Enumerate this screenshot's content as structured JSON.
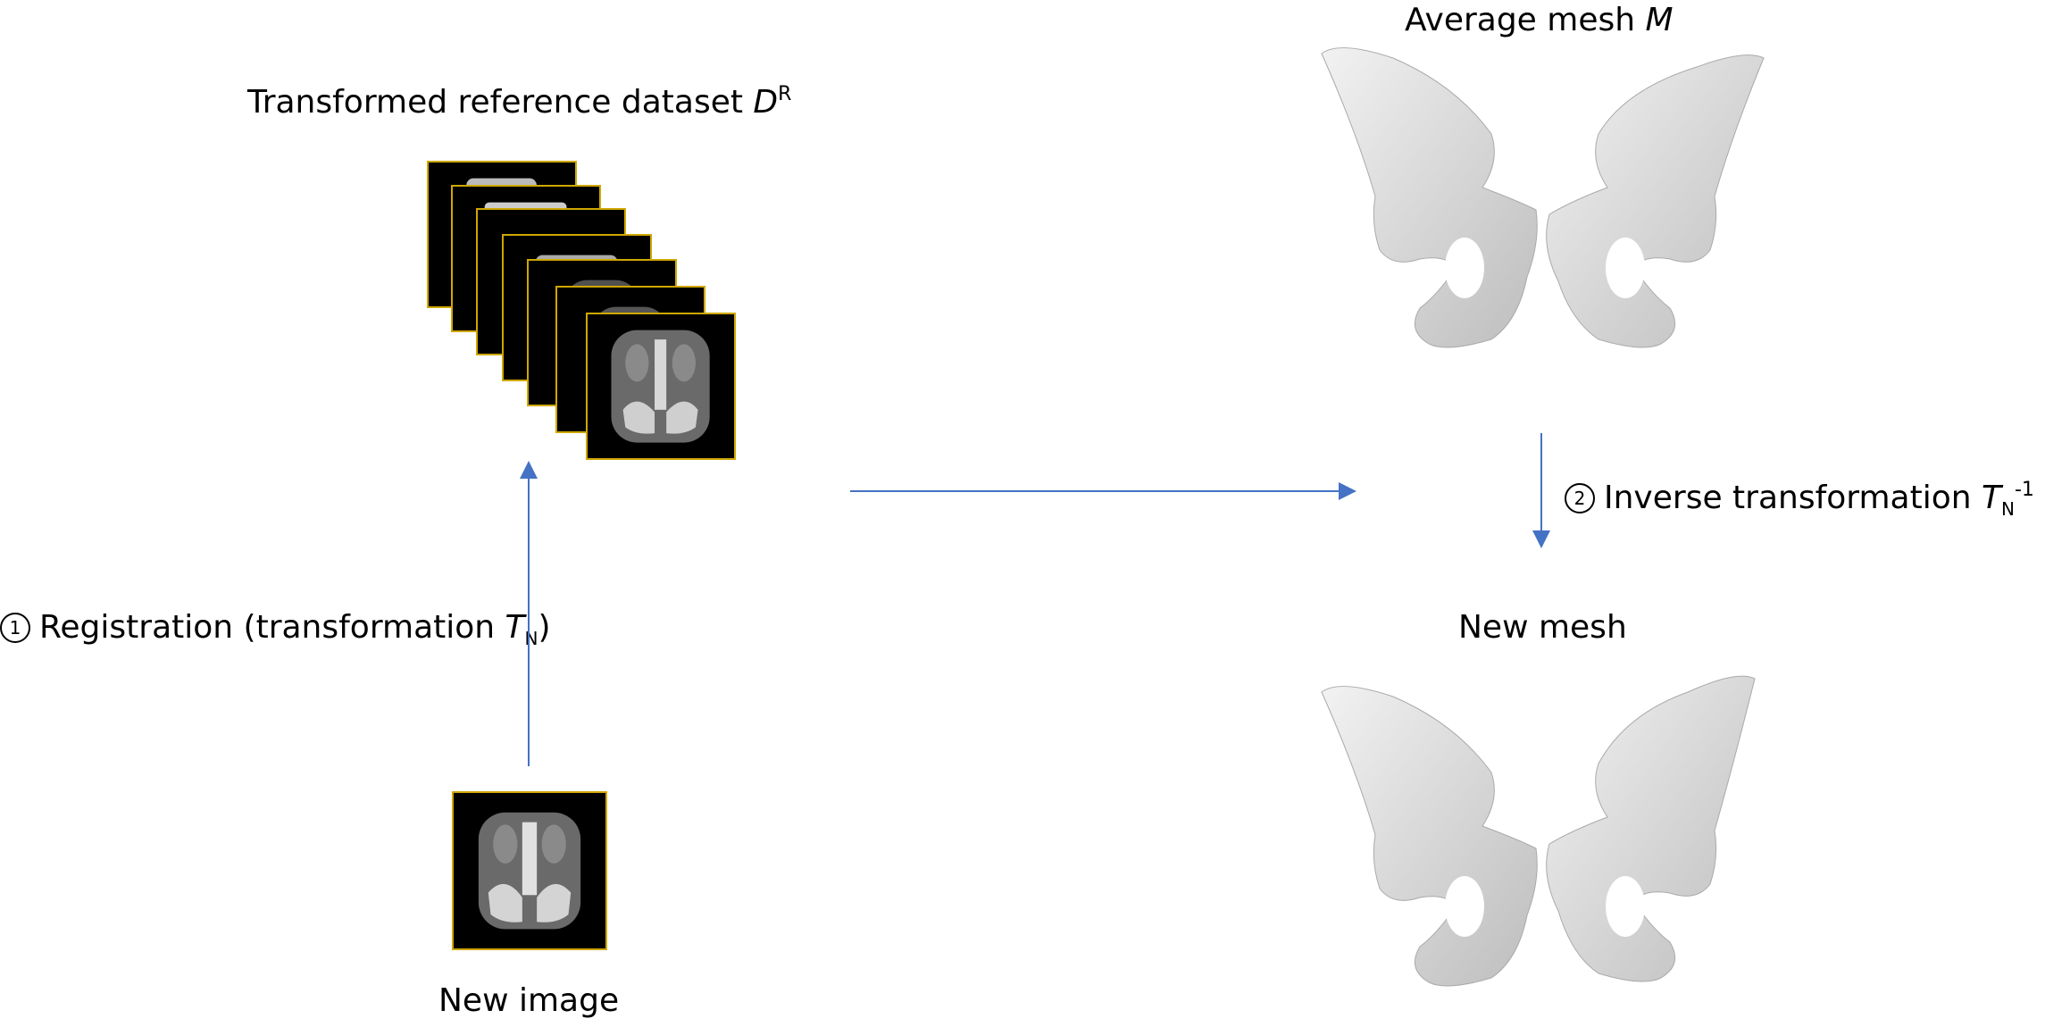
{
  "labels": {
    "reference_dataset_prefix": "Transformed reference dataset ",
    "reference_dataset_symbol": "D",
    "reference_dataset_sup": "R",
    "average_mesh_prefix": "Average mesh ",
    "average_mesh_symbol": "M",
    "registration_num": "1",
    "registration_text": "Registration (transformation ",
    "registration_symbol": "T",
    "registration_sub": "N",
    "registration_close": ")",
    "inverse_num": "2",
    "inverse_text": "Inverse transformation ",
    "inverse_symbol": "T",
    "inverse_sub": "N",
    "inverse_sup": "-1",
    "new_mesh": "New mesh",
    "new_image": "New image"
  },
  "colors": {
    "arrow": "#4472c4",
    "ct_border": "#cfa700",
    "bone": "#d9d9d9"
  }
}
